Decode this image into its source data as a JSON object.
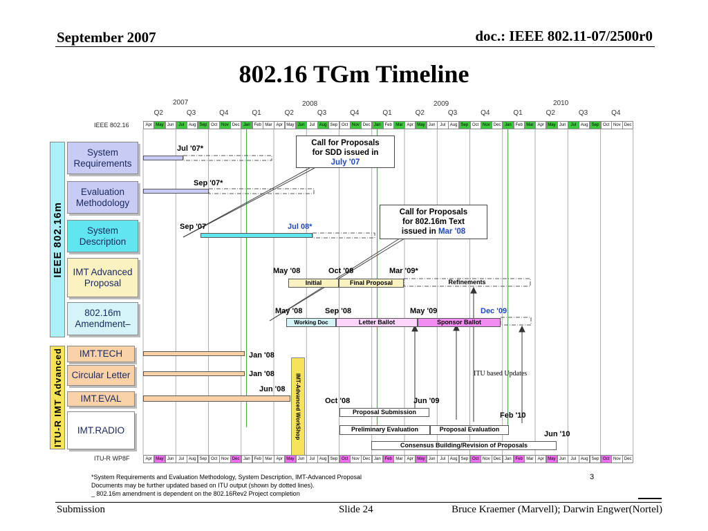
{
  "header": {
    "date": "September 2007",
    "doc": "doc.: IEEE 802.11-07/2500r0"
  },
  "title": "802.16 TGm Timeline",
  "footer": {
    "left": "Submission",
    "center": "Slide 24",
    "right": "Bruce Kraemer (Marvell); Darwin Engwer(Nortel)"
  },
  "timeline": {
    "years": [
      "2007",
      "2008",
      "2009",
      "2010"
    ],
    "quarters": [
      "Q2",
      "Q3",
      "Q4",
      "Q1",
      "Q2",
      "Q3",
      "Q4",
      "Q1",
      "Q2",
      "Q3",
      "Q4",
      "Q1",
      "Q2",
      "Q3",
      "Q4"
    ],
    "months": [
      "Apr",
      "May",
      "Jun",
      "Jul",
      "Aug",
      "Sep",
      "Oct",
      "Nov",
      "Dec",
      "Jan",
      "Feb",
      "Mar",
      "Apr",
      "May",
      "Jun",
      "Jul",
      "Aug",
      "Sep",
      "Oct",
      "Nov",
      "Dec",
      "Jan",
      "Feb",
      "Mar",
      "Apr",
      "May",
      "Jun",
      "Jul",
      "Aug",
      "Sep",
      "Oct",
      "Nov",
      "Dec",
      "Jan",
      "Feb",
      "Mar",
      "Apr",
      "May",
      "Jun",
      "Jul",
      "Aug",
      "Sep",
      "Oct",
      "Nov",
      "Dec"
    ],
    "top_row_label": "IEEE 802.16",
    "bottom_row_label": "ITU-R WP8F",
    "top_month_colors": [
      "#fff",
      "#3ec83e",
      "#fff",
      "#3ec83e",
      "#fff",
      "#3ec83e",
      "#fff",
      "#3ec83e",
      "#fff",
      "#3ec83e",
      "#fff",
      "#fff",
      "#fff",
      "#fff",
      "#3ec83e",
      "#fff",
      "#3ec83e",
      "#fff",
      "#fff",
      "#3ec83e",
      "#fff",
      "#3ec83e",
      "#fff",
      "#3ec83e",
      "#fff",
      "#3ec83e",
      "#fff",
      "#fff",
      "#fff",
      "#3ec83e",
      "#fff",
      "#3ec83e",
      "#fff",
      "#3ec83e",
      "#fff",
      "#3ec83e",
      "#fff",
      "#3ec83e",
      "#fff",
      "#3ec83e",
      "#fff",
      "#3ec83e",
      "#fff",
      "#fff",
      "#fff"
    ],
    "bottom_month_colors": [
      "#fff",
      "#f06ef0",
      "#fff",
      "#fff",
      "#fff",
      "#fff",
      "#fff",
      "#fff",
      "#f06ef0",
      "#fff",
      "#fff",
      "#fff",
      "#fff",
      "#f06ef0",
      "#fff",
      "#fff",
      "#fff",
      "#fff",
      "#f06ef0",
      "#fff",
      "#fff",
      "#fff",
      "#f06ef0",
      "#fff",
      "#fff",
      "#f06ef0",
      "#fff",
      "#fff",
      "#fff",
      "#fff",
      "#f06ef0",
      "#fff",
      "#fff",
      "#fff",
      "#f06ef0",
      "#fff",
      "#fff",
      "#f06ef0",
      "#fff",
      "#fff",
      "#fff",
      "#fff",
      "#f06ef0",
      "#fff",
      "#fff"
    ]
  },
  "groups": {
    "ieee": "IEEE 802.16m",
    "itu": "ITU-R IMT Advanced"
  },
  "cards": {
    "sysreq": "System Requirements",
    "evalmeth": "Evaluation Methodology",
    "sysdesc": "System Description",
    "imtadv": "IMT Advanced Proposal",
    "amend": "802.16m Amendment–",
    "imttech": "IMT.TECH",
    "circular": "Circular Letter",
    "imteval": "IMT.EVAL",
    "imtradio": "IMT.RADIO"
  },
  "milestones": {
    "jul07": "Jul '07*",
    "sep07": "Sep '07*",
    "sep07b": "Sep '07",
    "jul08": "Jul 08*",
    "may08a": "May '08",
    "oct08a": "Oct '08",
    "mar09": "Mar '09*",
    "may08b": "May '08",
    "sep08": "Sep '08",
    "may09": "May '09",
    "dec09": "Dec '09",
    "jan08a": "Jan '08",
    "jan08b": "Jan '08",
    "jun08": "Jun '08",
    "oct08b": "Oct '08",
    "jun09": "Jun '09",
    "feb10": "Feb '10",
    "jun10": "Jun '10"
  },
  "phases": {
    "initial": "Initial",
    "final": "Final Proposal",
    "refine": "Refinements",
    "working": "Working Doc",
    "letter": "Letter Ballot",
    "sponsor": "Sponsor Ballot",
    "workshop": "IMT-Advanced WorkShop",
    "submission": "Proposal Submission",
    "prelim": "Preliminary Evaluation",
    "propeval": "Proposal Evaluation",
    "consensus": "Consensus Building/Revision of Proposals",
    "itu_updates": "ITU based Updates"
  },
  "callouts": {
    "c1_line1": "Call for Proposals",
    "c1_line2": "for SDD issued in",
    "c1_line3": "July '07",
    "c2_line1": "Call for Proposals",
    "c2_line2": "for 802.16m Text",
    "c2_line3": "issued in ",
    "c2_line3b": "Mar '08"
  },
  "notes": {
    "n1": "*System Requirements and Evaluation Methodology, System Description, IMT-Advanced Proposal",
    "n2": "Documents may be further updated based on ITU output (shown by dotted lines).",
    "n3": "_ 802.16m amendment is dependent on the 802.16Rev2 Project completion",
    "page": "3"
  }
}
